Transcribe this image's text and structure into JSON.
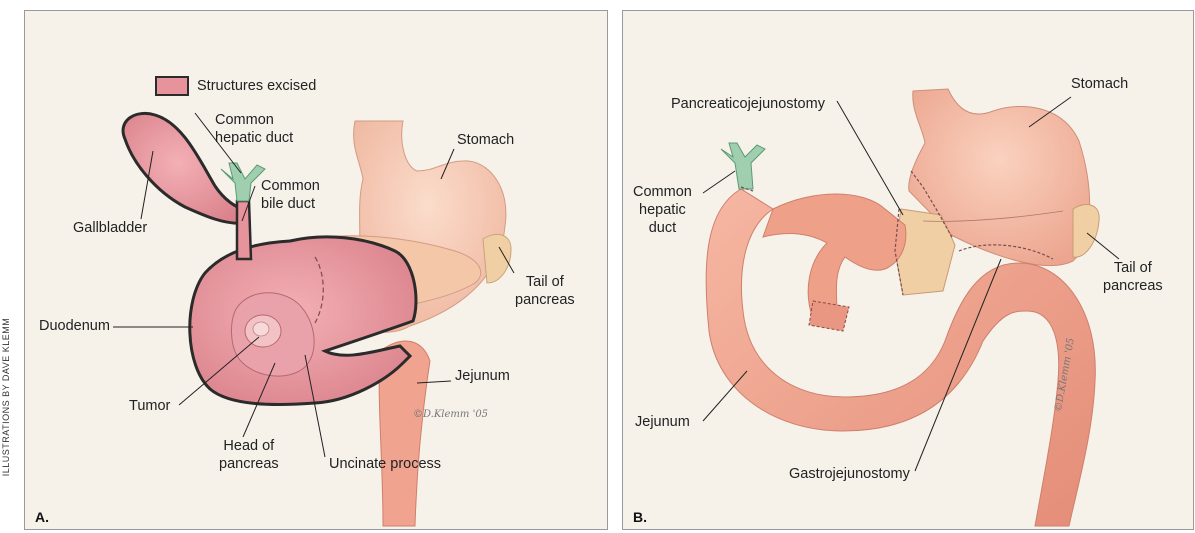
{
  "credit": "ILLUSTRATIONS BY DAVE KLEMM",
  "panel_a": {
    "letter": "A.",
    "legend": "Structures excised",
    "labels": {
      "common_hepatic_duct": "Common\nhepatic duct",
      "stomach": "Stomach",
      "gallbladder": "Gallbladder",
      "common_bile_duct": "Common\nbile duct",
      "tail_of_pancreas": "Tail of\npancreas",
      "duodenum": "Duodenum",
      "jejunum": "Jejunum",
      "tumor": "Tumor",
      "head_of_pancreas": "Head of\npancreas",
      "uncinate_process": "Uncinate process"
    },
    "signature": "©D.Klemm '05"
  },
  "panel_b": {
    "letter": "B.",
    "labels": {
      "stomach": "Stomach",
      "pancreaticojejunostomy": "Pancreaticojejunostomy",
      "common_hepatic_duct": "Common\nhepatic\nduct",
      "tail_of_pancreas": "Tail of\npancreas",
      "jejunum": "Jejunum",
      "gastrojejunostomy": "Gastrojejunostomy"
    },
    "signature": "©D.Klemm '05"
  },
  "colors": {
    "excised_fill": "#e7939b",
    "intestine": "#f0a38e",
    "stomach": "#f6c9b3",
    "pancreas": "#f1cfa4",
    "duct": "#9fcfae"
  }
}
